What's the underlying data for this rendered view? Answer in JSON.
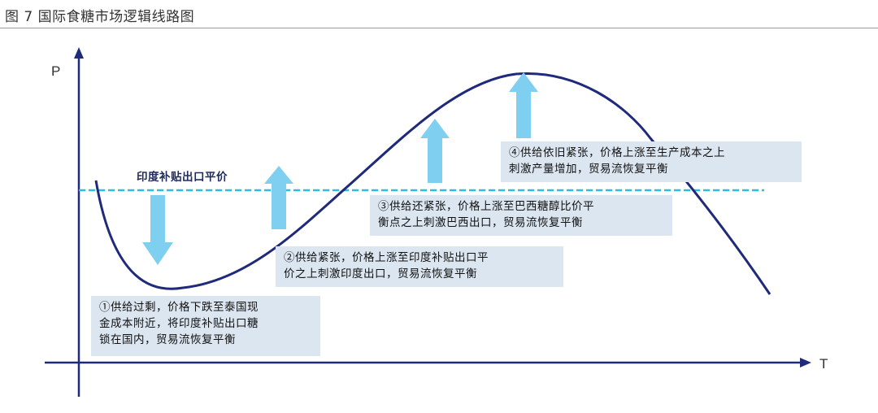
{
  "figure": {
    "title": "图 7 国际食糖市场逻辑线路图"
  },
  "axes": {
    "y_label": "P",
    "x_label": "T"
  },
  "reference_line": {
    "label": "印度补贴出口平价"
  },
  "stages": [
    {
      "lines": [
        "①供给过剩，价格下跌至泰国现",
        "金成本附近，将印度补贴出口糖",
        "锁在国内，贸易流恢复平衡"
      ]
    },
    {
      "lines": [
        "②供给紧张，价格上涨至印度补贴出口平",
        "价之上刺激印度出口，贸易流恢复平衡"
      ]
    },
    {
      "lines": [
        "③供给还紧张，价格上涨至巴西糖醇比价平",
        "衡点之上刺激巴西出口，贸易流恢复平衡"
      ]
    },
    {
      "lines": [
        "④供给依旧紧张，价格上涨至生产成本之上",
        "刺激产量增加，贸易流恢复平衡"
      ]
    }
  ],
  "colors": {
    "curve": "#1f2a7a",
    "axis": "#1f2a7a",
    "reference_line": "#2bbde3",
    "arrow": "#7fd0f0",
    "box": "#dce6f1"
  }
}
